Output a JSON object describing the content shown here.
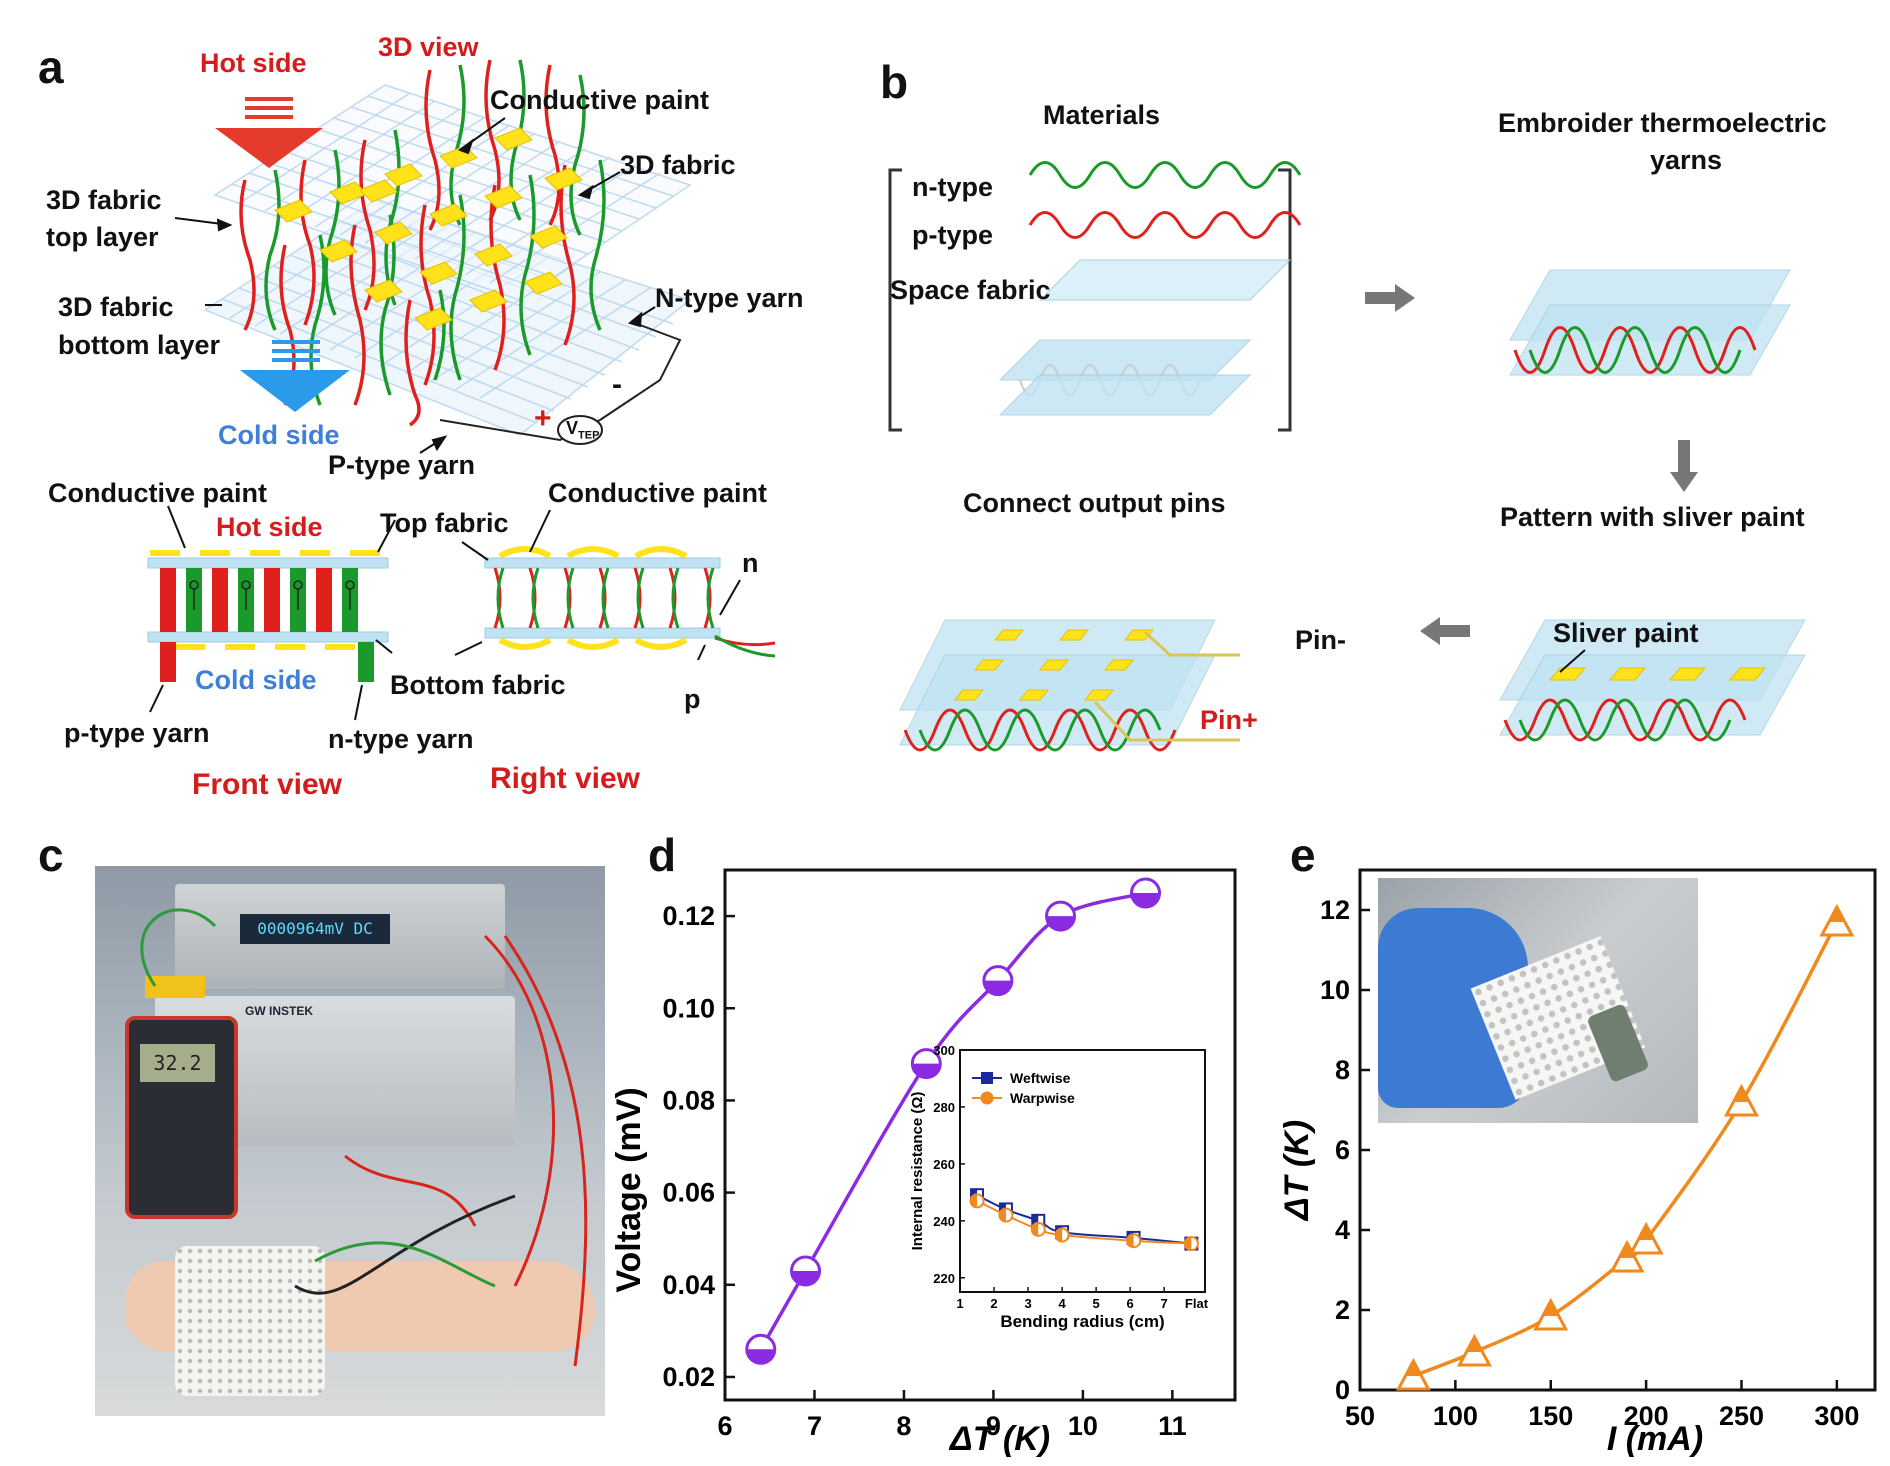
{
  "panels": {
    "a": "a",
    "b": "b",
    "c": "c",
    "d": "d",
    "e": "e"
  },
  "panel_a": {
    "view3d": "3D view",
    "hot_side": "Hot side",
    "cold_side": "Cold side",
    "conductive_paint": "Conductive paint",
    "fabric_3d": "3D fabric",
    "top_layer_1": "3D fabric",
    "top_layer_2": "top layer",
    "bottom_layer_1": "3D fabric",
    "bottom_layer_2": "bottom layer",
    "n_yarn": "N-type yarn",
    "p_yarn": "P-type yarn",
    "plus": "+",
    "minus": "-",
    "vtep": "V",
    "vtep_sub": "TEP",
    "front_conductive_paint": "Conductive paint",
    "front_hot_side": "Hot side",
    "front_top_fabric": "Top fabric",
    "front_cold_side": "Cold side",
    "front_bottom_fabric": "Bottom fabric",
    "front_p_yarn": "p-type yarn",
    "front_n_yarn": "n-type yarn",
    "front_view": "Front view",
    "right_conductive_paint": "Conductive paint",
    "right_n": "n",
    "right_p": "p",
    "right_view": "Right view"
  },
  "panel_b": {
    "materials": "Materials",
    "n_type": "n-type",
    "p_type": "p-type",
    "space_fabric": "Space fabric",
    "embroider_1": "Embroider thermoelectric",
    "embroider_2": "yarns",
    "pattern": "Pattern with sliver paint",
    "sliver_paint": "Sliver paint",
    "connect": "Connect output pins",
    "pin_minus": "Pin-",
    "pin_plus": "Pin+"
  },
  "panel_c": {
    "meter_display": "0000964mV DC",
    "thermo_display": "32.2",
    "supply_brand": "GW INSTEK"
  },
  "colors": {
    "n_type": "#1a9a2a",
    "p_type": "#e0201c",
    "paint": "#ffe21a",
    "fabric": "#bfe3f2",
    "curve_d": "#8a2be2",
    "curve_e": "#f0891e",
    "weftwise": "#1b2a9a",
    "warpwise": "#f0891e"
  },
  "chart_data": [
    {
      "panel": "d",
      "type": "line",
      "xlabel": "ΔT (K)",
      "ylabel": "Voltage (mV)",
      "xlim": [
        6,
        11.7
      ],
      "ylim": [
        0.015,
        0.13
      ],
      "xticks": [
        6,
        7,
        8,
        9,
        10,
        11
      ],
      "yticks": [
        0.02,
        0.04,
        0.06,
        0.08,
        0.1,
        0.12
      ],
      "ytick_labels": [
        "0.02",
        "0.04",
        "0.06",
        "0.08",
        "0.10",
        "0.12"
      ],
      "marker": "half-filled circle",
      "series": [
        {
          "x": [
            6.4,
            6.9,
            8.25,
            9.05,
            9.75,
            10.7
          ],
          "y": [
            0.026,
            0.043,
            0.088,
            0.106,
            0.12,
            0.125
          ]
        }
      ]
    },
    {
      "panel": "d-inset",
      "type": "line",
      "xlabel": "Bending radius (cm)",
      "ylabel": "Internal resistance (Ω)",
      "xlim": [
        1,
        8.2
      ],
      "ylim": [
        215,
        300
      ],
      "xticks": [
        1,
        2,
        3,
        4,
        5,
        6,
        7
      ],
      "xtick_flat": "Flat",
      "yticks": [
        220,
        240,
        260,
        280,
        300
      ],
      "legend_position": "top-left",
      "series": [
        {
          "name": "Weftwise",
          "x": [
            1.5,
            2.35,
            3.3,
            4.0,
            6.1,
            7.8
          ],
          "y": [
            249,
            244,
            240,
            236,
            234,
            232
          ]
        },
        {
          "name": "Warpwise",
          "x": [
            1.5,
            2.35,
            3.3,
            4.0,
            6.1,
            7.8
          ],
          "y": [
            247,
            242,
            237,
            235,
            233,
            232
          ]
        }
      ]
    },
    {
      "panel": "e",
      "type": "line",
      "xlabel": "I (mA)",
      "ylabel": "ΔT (K)",
      "xlim": [
        50,
        320
      ],
      "ylim": [
        0,
        13
      ],
      "xticks": [
        50,
        100,
        150,
        200,
        250,
        300
      ],
      "yticks": [
        0,
        2,
        4,
        6,
        8,
        10,
        12
      ],
      "marker": "half-filled triangle",
      "series": [
        {
          "x": [
            78,
            110,
            150,
            190,
            200,
            250,
            300
          ],
          "y": [
            0.35,
            0.95,
            1.85,
            3.3,
            3.75,
            7.2,
            11.7
          ]
        }
      ]
    }
  ]
}
